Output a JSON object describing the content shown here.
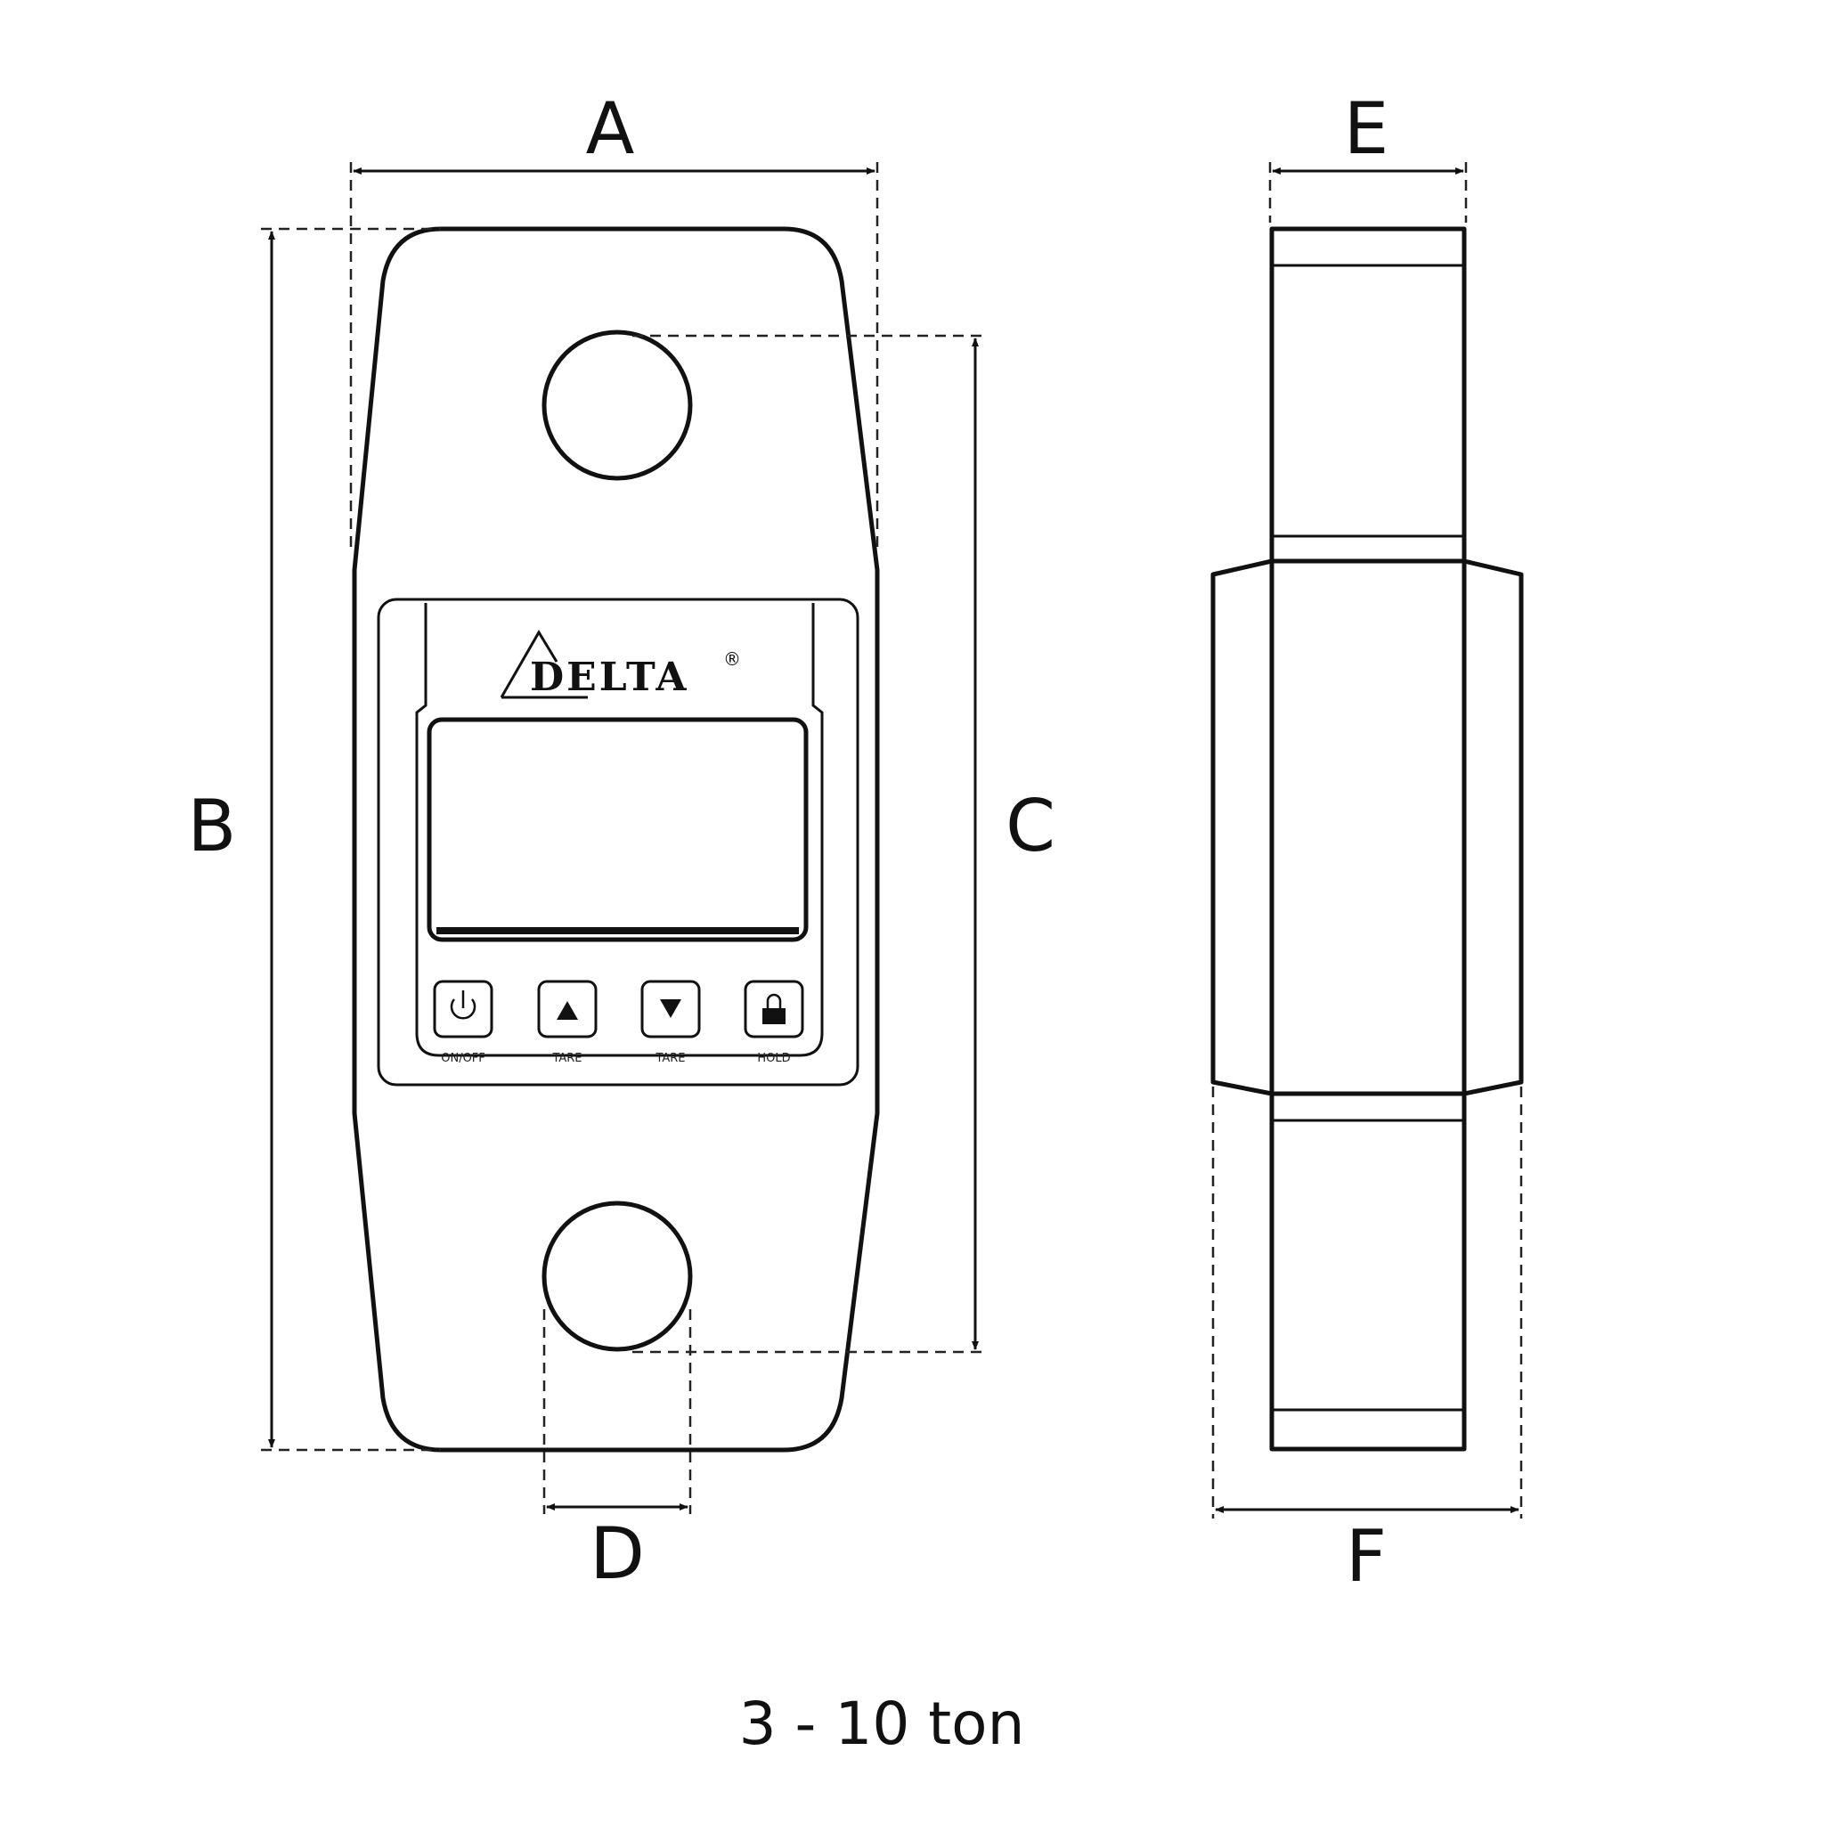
{
  "dimensions": {
    "a": "A",
    "b": "B",
    "c": "C",
    "d": "D",
    "e": "E",
    "f": "F"
  },
  "device": {
    "brand": "DELTA",
    "registered_mark": "®",
    "buttons": [
      {
        "icon": "power-icon",
        "label": "ON/OFF"
      },
      {
        "icon": "up-arrow-icon",
        "label": "TARE"
      },
      {
        "icon": "down-arrow-icon",
        "label": "TARE"
      },
      {
        "icon": "lock-icon",
        "label": "HOLD"
      }
    ]
  },
  "caption": "3 - 10 ton",
  "colors": {
    "line": "#111111",
    "background": "#ffffff"
  }
}
